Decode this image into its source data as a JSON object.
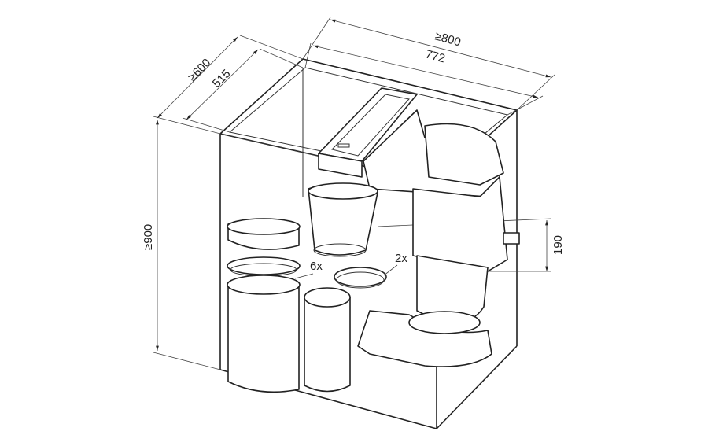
{
  "dimensions": {
    "min_width": "≥800",
    "width": "772",
    "min_depth": "≥600",
    "depth": "515",
    "min_height": "≥900",
    "offset": "190"
  },
  "annotations": {
    "six_x": "6x",
    "two_x": "2x"
  }
}
